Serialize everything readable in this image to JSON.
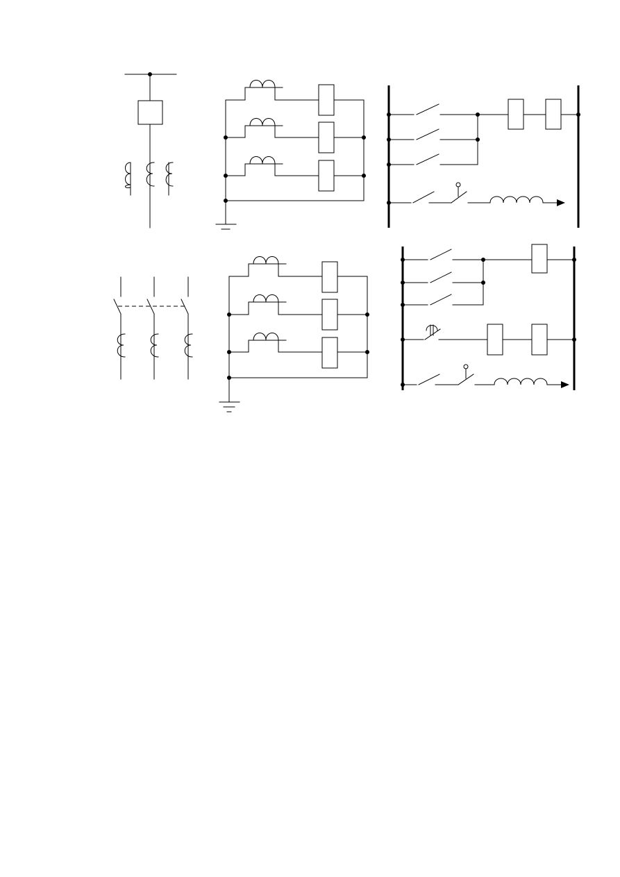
{
  "diagram": {
    "panels": [
      {
        "id": "panel-1",
        "kind": "single-line-bay"
      },
      {
        "id": "panel-2",
        "kind": "ct-relay-wiring"
      },
      {
        "id": "panel-3",
        "kind": "trip-circuit-ladder"
      },
      {
        "id": "panel-4",
        "kind": "disconnector-ct-bay"
      },
      {
        "id": "panel-5",
        "kind": "ct-relay-wiring"
      },
      {
        "id": "panel-6",
        "kind": "trip-circuit-ladder-with-timer"
      }
    ],
    "colors": {
      "line": "#000000",
      "background": "#ffffff"
    }
  }
}
